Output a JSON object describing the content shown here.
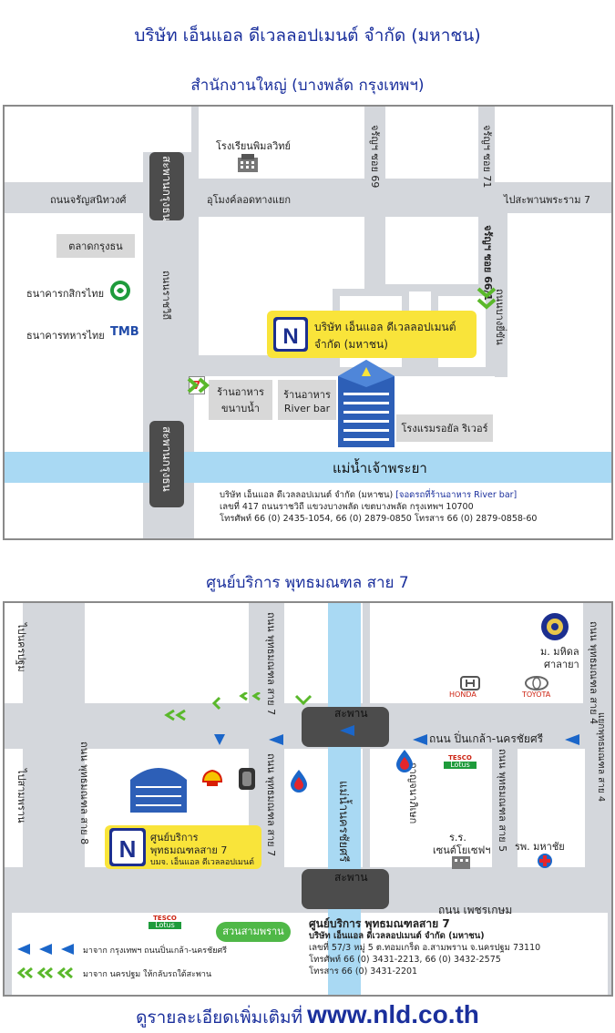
{
  "header": {
    "company": "บริษัท เอ็นแอล ดีเวลลอปเมนต์ จำกัด (มหาชน)",
    "hq_title": "สำนักงานใหญ่ (บางพลัด กรุงเทพฯ)",
    "branch_title": "ศูนย์บริการ พุทธมณฑล สาย 7"
  },
  "map1": {
    "roads": {
      "charansanitwong": "ถนนจรัญสนิทวงศ์",
      "underpass": "อุโมงค์ลอดทางแยก",
      "to_rama7": "ไปสะพานพระราม 7",
      "soi69": "จรัญฯ ซอย 69",
      "soi71": "จรัญฯ ซอย 71",
      "soi66_1": "จรัญฯ ซอย 66/1",
      "bang_phlat_bridge": "สะพานกรุงธน",
      "krungthon_bridge": "สะพานกรุงธน",
      "ratchawithi": "ถนนราชวิถี",
      "bangyikhan": "ถนนบางยี่ขัน"
    },
    "places": {
      "school": "โรงเรียนพิมลวิทย์",
      "market": "ตลาดกรุงธน",
      "kbank": "ธนาคารกสิกรไทย",
      "tmb": "ธนาคารทหารไทย",
      "tmb_logo": "TMB",
      "restaurant1_line1": "ร้านอาหาร",
      "restaurant1_line2": "ขนาบน้ำ",
      "restaurant2_line1": "ร้านอาหาร",
      "restaurant2_line2": "River bar",
      "hotel": "โรงแรมรอยัล ริเวอร์",
      "river": "แม่น้ำเจ้าพระยา",
      "seven": "7"
    },
    "company_box": {
      "line1": "บริษัท เอ็นแอล ดีเวลลอปเมนต์",
      "line2": "จำกัด (มหาชน)"
    },
    "address": {
      "line1": "บริษัท เอ็นแอล ดีเวลลอปเมนต์ จำกัด (มหาชน)",
      "parking": "[จอดรถที่ร้านอาหาร River bar]",
      "line2": "เลขที่ 417 ถนนราชวิถี แขวงบางพลัด เขตบางพลัด กรุงเทพฯ 10700",
      "line3": "โทรศัพท์ 66 (0) 2435-1054, 66 (0) 2879-0850  โทรสาร 66 (0) 2879-0858-60"
    }
  },
  "map2": {
    "roads": {
      "to_nakhonpathom": "ไปนครปฐม",
      "to_sampran": "ไปสามพราน",
      "soi7_top": "ถนน พุทธมณฑล สาย 7",
      "soi7_mid": "ถนน พุทธมณฑล สาย 7",
      "soi8": "ถนน พุทธมณฑล สาย 8",
      "soi4": "ถนน พุทธมณฑล สาย 4",
      "soi5": "ถนน พุทธมณฑล สาย 5",
      "pinklao": "ถนน ปิ่นเกล้า-นครชัยศรี",
      "phetkasem": "ถนน เพชรเกษม",
      "bridge_top": "สะพาน",
      "bridge_bottom": "สะพาน",
      "canal": "แม่น้ำนครชัยศรี",
      "kanchana": "กาญจนาภิเษก",
      "intersection": "แยกพุทธมณฑล สาย 4"
    },
    "places": {
      "mahidol": "ม. มหิดล",
      "salaya": "ศาลายา",
      "honda": "HONDA",
      "toyota": "TOYOTA",
      "tesco_top": "TESCO",
      "lotus_top": "Lotus",
      "tesco_bottom": "TESCO",
      "lotus_bottom": "Lotus",
      "school_line1": "ร.ร.",
      "school_line2": "เซนต์โยเซฟฯ",
      "hospital": "รพ. มหาชัย",
      "park": "สวนสามพราน"
    },
    "service_box": {
      "line1": "ศูนย์บริการ",
      "line2": "พุทธมณฑลสาย 7",
      "line3": "บมจ. เอ็นแอล ดีเวลลอปเมนต์"
    },
    "legend": {
      "from_bangkok": "มาจาก กรุงเทพฯ ถนนปิ่นเกล้า-นครชัยศรี",
      "from_nakhonpathom": "มาจาก นครปฐม ให้กลับรถใต้สะพาน"
    },
    "address": {
      "title": "ศูนย์บริการ พุทธมณฑลสาย 7",
      "line1": "บริษัท เอ็นแอล ดีเวลลอปเมนต์ จำกัด (มหาชน)",
      "line2": "เลขที่ 57/3 หมู่ 5 ต.ทอมเกร็ด อ.สามพราน จ.นครปฐม 73110",
      "line3": "โทรศัพท์ 66 (0) 3431-2213, 66 (0) 3432-2575",
      "line4": "โทรสาร 66 (0) 3431-2201"
    }
  },
  "footer": {
    "prefix": "ดูรายละเอียดเพิ่มเติมที่",
    "url": "www.nld.co.th"
  },
  "colors": {
    "title_blue": "#1a2f9c",
    "road_gray": "#d4d7dc",
    "river_blue": "#a9d9f3",
    "highlight_yellow": "#f9e43a",
    "arrow_green": "#5ab82b",
    "arrow_blue": "#1b66c9"
  }
}
